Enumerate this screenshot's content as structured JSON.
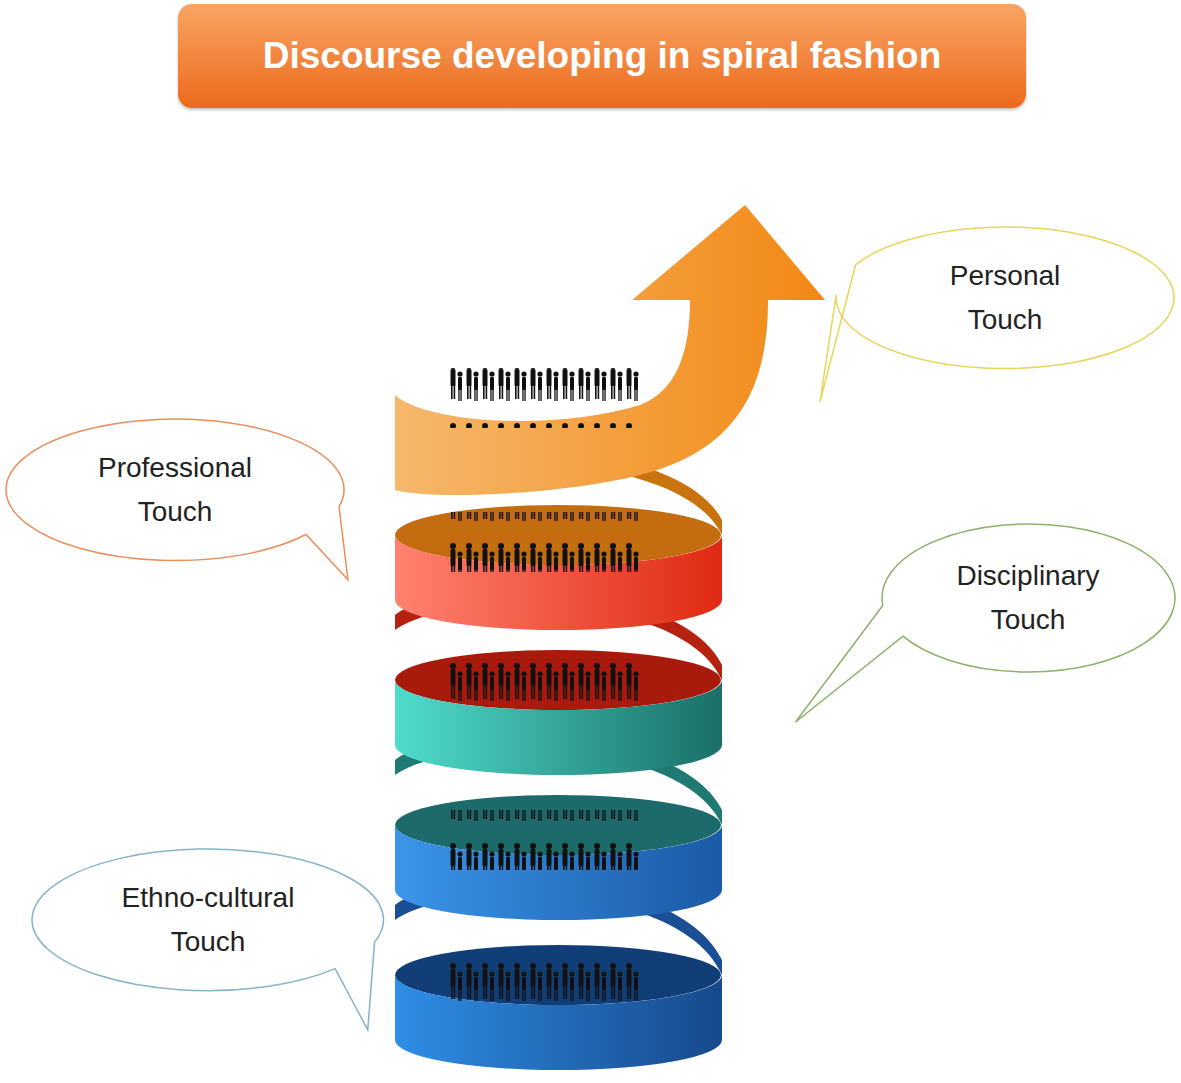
{
  "diagram": {
    "title": "Discourse developing in spiral fashion",
    "nodes": [
      {
        "text": [
          "Personal Touch"
        ]
      },
      {
        "text": [
          "Professional Touch"
        ]
      },
      {
        "text": [
          "Disciplinary Touch"
        ]
      },
      {
        "text": [
          "Ethno-cultural Touch"
        ]
      }
    ]
  }
}
